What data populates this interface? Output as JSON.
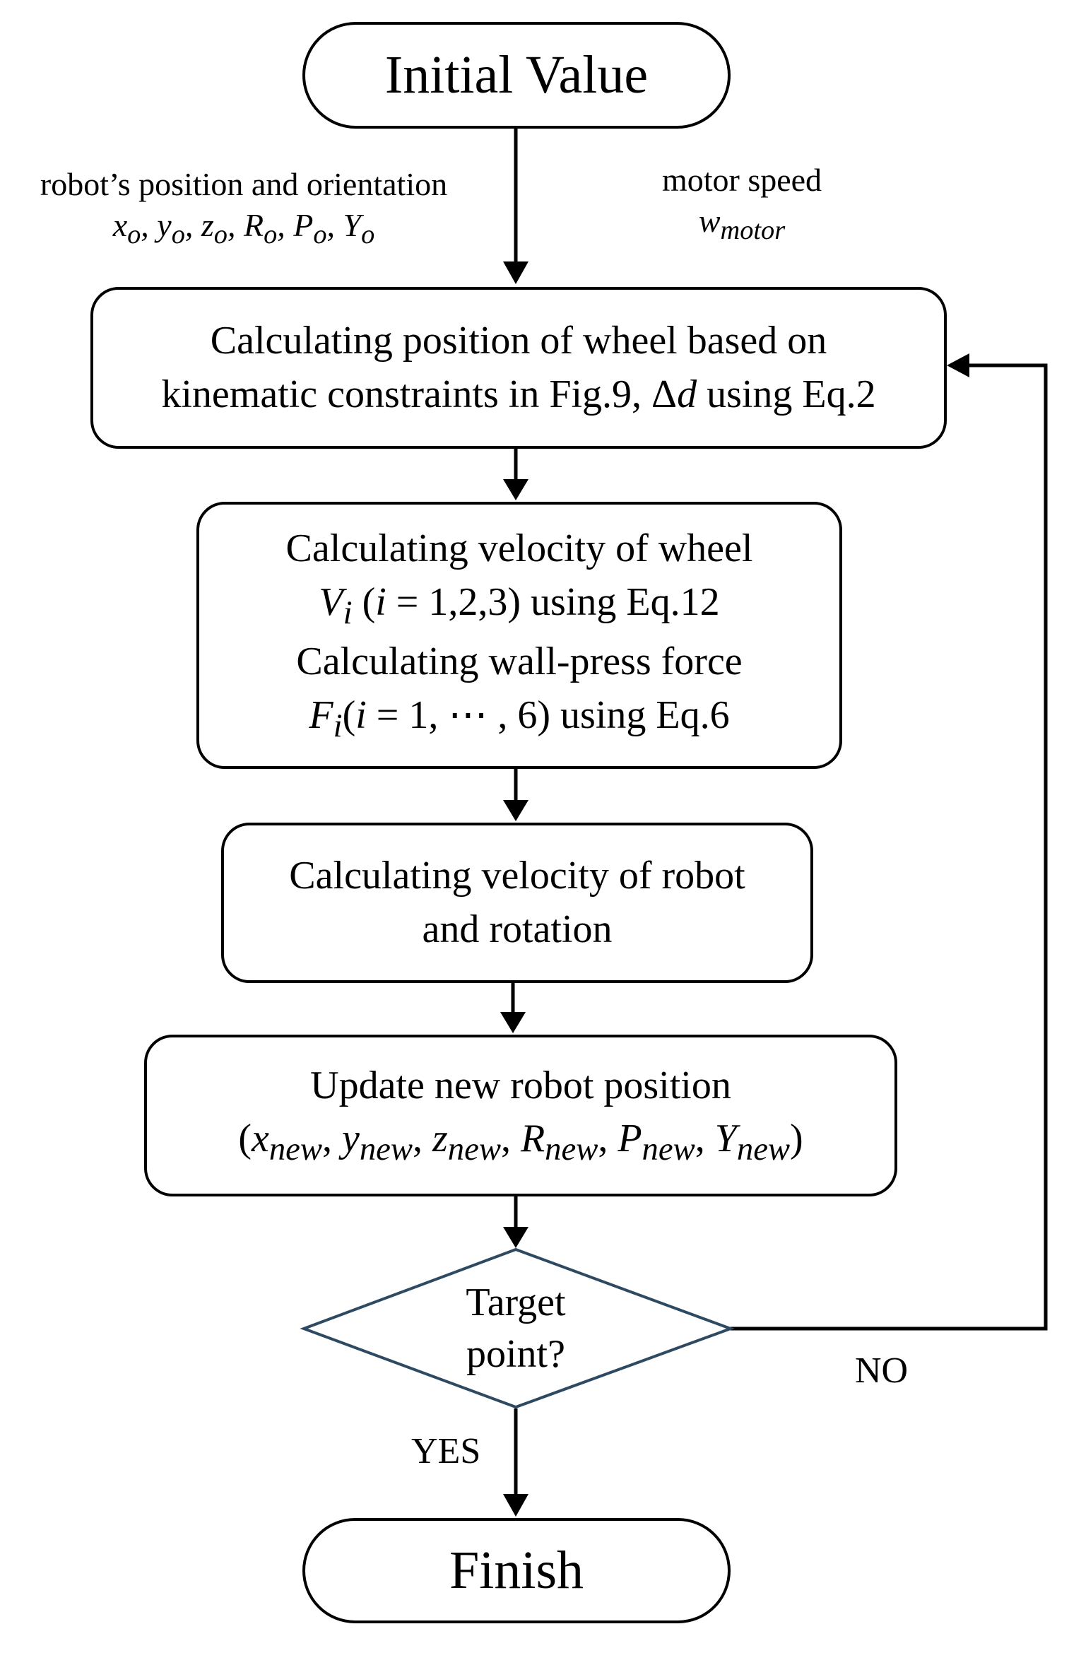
{
  "nodes": {
    "start": {
      "label": "Initial Value"
    },
    "step1": {
      "line1": "Calculating position of wheel based on",
      "line2": "kinematic constraints in Fig.9, Δd using Eq.2"
    },
    "step2": {
      "line1": "Calculating velocity of wheel",
      "line2": "V_i (i = 1,2,3) using Eq.12",
      "line3": "Calculating wall-press force",
      "line4": "F_i(i = 1, ⋯ , 6) using Eq.6"
    },
    "step3": {
      "line1": "Calculating velocity of robot",
      "line2": "and rotation"
    },
    "step4": {
      "line1": "Update new robot position",
      "line2": "(x_new, y_new, z_new, R_new, P_new, Y_new)"
    },
    "decision": {
      "line1": "Target",
      "line2": "point?"
    },
    "end": {
      "label": "Finish"
    }
  },
  "inputs": {
    "left": {
      "line1": "robot’s position and orientation",
      "line2": "x_o, y_o, z_o, R_o, P_o, Y_o"
    },
    "right": {
      "line1": "motor speed",
      "line2": "w_motor"
    }
  },
  "branches": {
    "no": "NO",
    "yes": "YES"
  },
  "colors": {
    "decision_border": "#2e4a62",
    "lines": "#000000"
  }
}
